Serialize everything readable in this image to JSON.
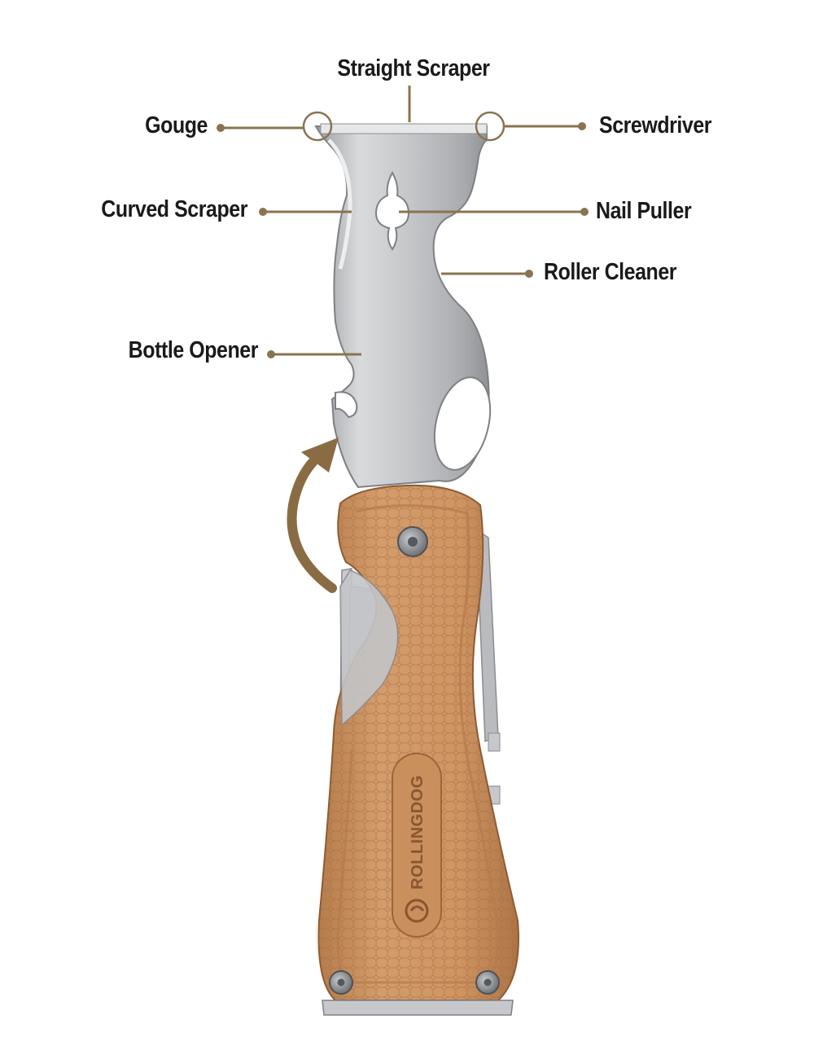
{
  "colors": {
    "callout": "#8a7350",
    "arrow": "#8a6c44",
    "steel_light": "#d6d7d9",
    "steel_mid": "#b4b6b9",
    "steel_dark": "#8e9094",
    "wood_light": "#d7a173",
    "wood_mid": "#c48a58",
    "wood_dark": "#a86f42",
    "screw": "#7d8085"
  },
  "callouts": {
    "straight_scraper": "Straight Scraper",
    "gouge": "Gouge",
    "screwdriver": "Screwdriver",
    "curved_scraper": "Curved Scraper",
    "nail_puller": "Nail Puller",
    "roller_cleaner": "Roller Cleaner",
    "bottle_opener": "Bottle Opener"
  },
  "brand": {
    "name": "ROLLINGDOG"
  },
  "icons": {
    "open_direction": "curved-arrow-icon",
    "logo": "rollingdog-logo-icon"
  }
}
